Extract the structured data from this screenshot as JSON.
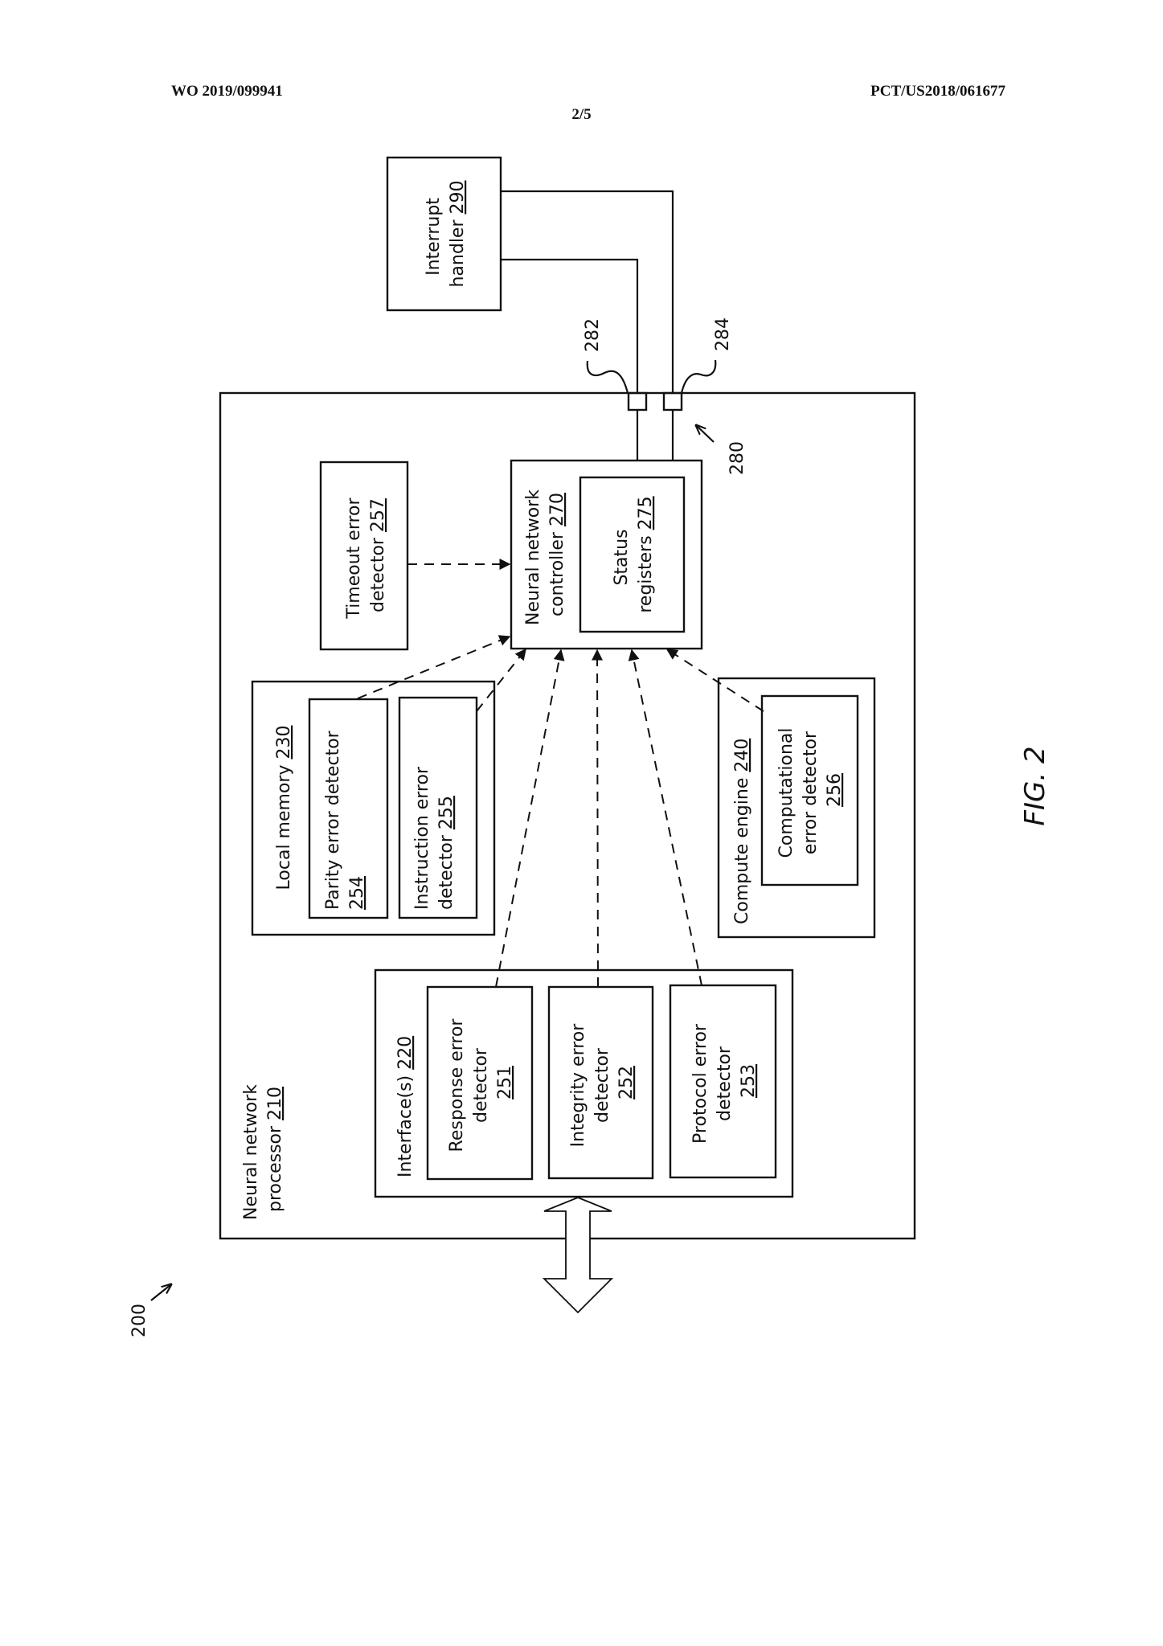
{
  "header": {
    "publication_number": "WO 2019/099941",
    "application_number": "PCT/US2018/061677",
    "sheet": "2/5"
  },
  "figure": {
    "label": "FIG. 2",
    "system_ref": "200",
    "interface_ref": "280"
  },
  "blocks": {
    "processor": {
      "line1": "Neural network",
      "line2": "processor ",
      "num": "210"
    },
    "interfaces": {
      "line1": "Interface(s) ",
      "num": "220"
    },
    "response": {
      "line1": "Response error",
      "line2": "detector",
      "num": "251"
    },
    "integrity": {
      "line1": "Integrity error",
      "line2": "detector",
      "num": "252"
    },
    "protocol": {
      "line1": "Protocol error",
      "line2": "detector",
      "num": "253"
    },
    "local_memory": {
      "line1": "Local memory ",
      "num": "230"
    },
    "parity": {
      "line1": "Parity error detector",
      "num": "254"
    },
    "instruction": {
      "line1": "Instruction error",
      "line2": "detector  ",
      "num": "255"
    },
    "compute": {
      "line1": "Compute engine ",
      "num": "240"
    },
    "computational": {
      "line1": "Computational",
      "line2": "error detector",
      "num": "256"
    },
    "timeout": {
      "line1": "Timeout error",
      "line2": "detector ",
      "num": "257"
    },
    "controller": {
      "line1": "Neural network",
      "line2": "controller ",
      "num": "270"
    },
    "status": {
      "line1": "Status",
      "line2": "registers ",
      "num": "275"
    },
    "interrupt": {
      "line1": "Interrupt",
      "line2": "handler ",
      "num": "290"
    }
  },
  "pins": {
    "pin_a": "282",
    "pin_b": "284"
  }
}
